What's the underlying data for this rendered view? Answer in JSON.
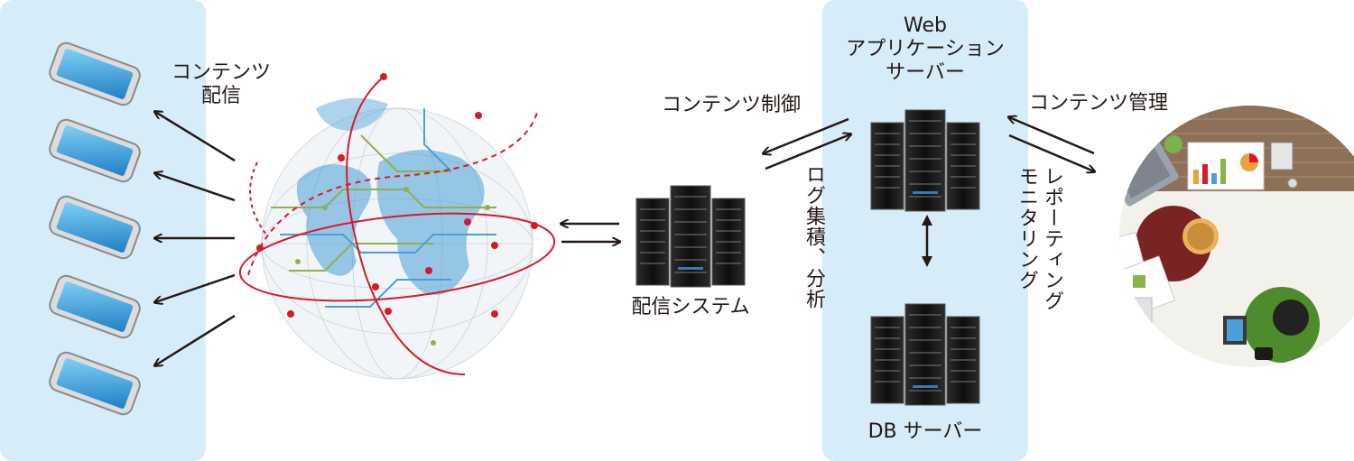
{
  "labels": {
    "content_delivery": "コンテンツ\n配信",
    "content_control": "コンテンツ制御",
    "delivery_system": "配信システム",
    "web_app_server": "Web\nアプリケーション\nサーバー",
    "log_analysis": "ログ集積、分析",
    "content_management": "コンテンツ管理",
    "reporting": "レポーティング",
    "monitoring": "モニタリング",
    "db_server": "DB サーバー"
  },
  "colors": {
    "panel": "#d6ecf8",
    "text": "#231815",
    "phone_screen": "#3aa0dc",
    "server_dark": "#1a1a1a",
    "globe_red": "#d7192d",
    "globe_blue": "#4a9fd8",
    "globe_green": "#8db24a"
  },
  "icons": {
    "phones": [
      "smartphone-icon",
      "smartphone-icon",
      "smartphone-icon",
      "smartphone-icon",
      "smartphone-icon"
    ],
    "globe": "network-globe-icon",
    "server": "server-rack-icon",
    "office": "office-desk-illustration"
  }
}
